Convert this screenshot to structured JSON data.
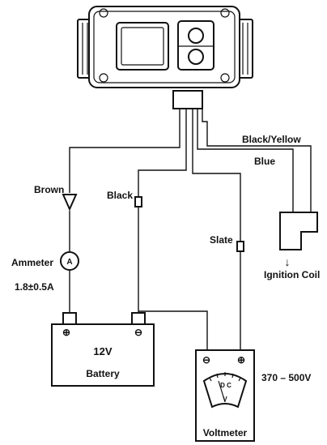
{
  "labels": {
    "black_yellow": "Black/Yellow",
    "blue": "Blue",
    "brown": "Brown",
    "black": "Black",
    "slate": "Slate",
    "ammeter": "Ammeter",
    "ammeter_symbol": "A",
    "ammeter_reading": "1.8±0.5A",
    "ignition_coil": "Ignition Coil",
    "battery_voltage": "12V",
    "battery_name": "Battery",
    "battery_positive": "⊕",
    "battery_negative": "⊖",
    "voltmeter_name": "Voltmeter",
    "voltmeter_range": "370 – 500V",
    "voltmeter_dc": "D C",
    "voltmeter_unit": "V",
    "voltmeter_negative": "⊖",
    "voltmeter_positive": "⊕",
    "arrow_down": "↓"
  }
}
